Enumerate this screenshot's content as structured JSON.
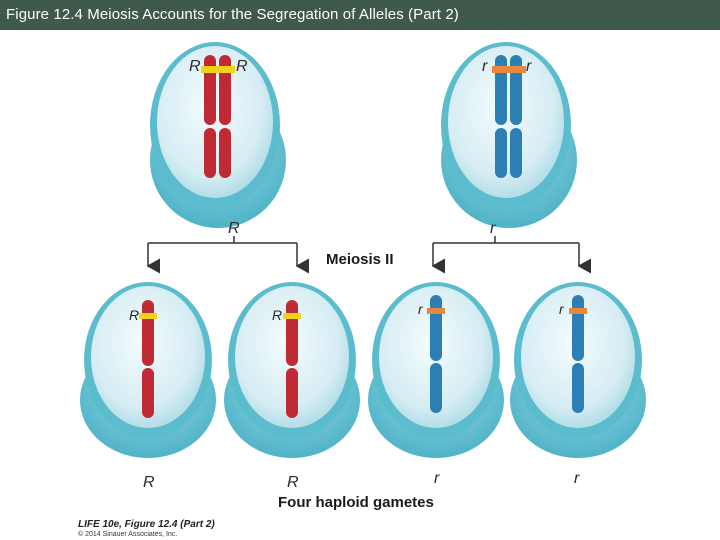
{
  "title": "Figure 12.4  Meiosis Accounts for the Segregation of Alleles (Part 2)",
  "colors": {
    "title_bar": "#3f5a4a",
    "cell_outer": "#6cc3d3",
    "cell_inner": "#d8eef4",
    "chromosome_red": "#c02a34",
    "chromosome_blue": "#2b7fb5",
    "allele_band_R": "#f2d21a",
    "allele_band_r": "#e8883a"
  },
  "cells_top": [
    {
      "allele_left": "R",
      "allele_right": "R",
      "color": "red"
    },
    {
      "allele_left": "r",
      "allele_right": "r",
      "color": "blue"
    }
  ],
  "branch_labels": {
    "left": "R",
    "right": "r"
  },
  "meiosis_label": "Meiosis II",
  "gametes": [
    {
      "allele": "R",
      "color": "red"
    },
    {
      "allele": "R",
      "color": "red"
    },
    {
      "allele": "r",
      "color": "blue"
    },
    {
      "allele": "r",
      "color": "blue"
    }
  ],
  "gamete_labels": [
    "R",
    "R",
    "r",
    "r"
  ],
  "caption": "Four haploid gametes",
  "credit_line1": "LIFE 10e, Figure 12.4 (Part 2)",
  "credit_line2": "© 2014 Sinauer Associates, Inc."
}
